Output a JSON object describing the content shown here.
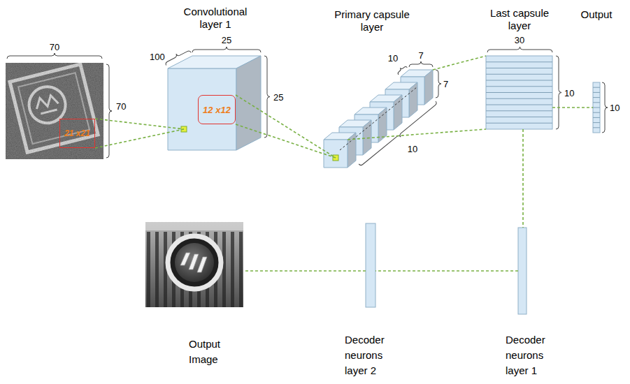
{
  "diagram": {
    "nodes": [
      {
        "text": [
          "21 x21"
        ]
      },
      {
        "text": [
          "Convolutional layer 1"
        ]
      },
      {
        "text": [
          "12 x12"
        ],
        "in": 1
      },
      {
        "text": [
          "Primary capsule layer"
        ]
      },
      {
        "text": [
          "Last capsule layer"
        ]
      },
      {
        "text": [
          "Output"
        ]
      },
      {
        "text": [
          "Output Image"
        ]
      },
      {
        "text": [
          "Decoder neurons layer 2"
        ]
      },
      {
        "text": [
          "Decoder neurons layer 1"
        ]
      }
    ],
    "edges": [
      {
        "from": 0,
        "to": 1,
        "arrow": "none"
      },
      {
        "from": 2,
        "to": 3,
        "arrow": "none"
      },
      {
        "from": 3,
        "to": 4,
        "arrow": "none"
      },
      {
        "from": 4,
        "to": 5,
        "arrow": "none"
      },
      {
        "from": 4,
        "to": 8,
        "arrow": "none"
      },
      {
        "from": 8,
        "to": 7,
        "arrow": "none"
      },
      {
        "from": 7,
        "to": 6,
        "arrow": "none"
      }
    ],
    "labels": [
      "70",
      "70",
      "100",
      "25",
      "25",
      "10",
      "7",
      "7",
      "10",
      "30",
      "10",
      "10"
    ]
  }
}
